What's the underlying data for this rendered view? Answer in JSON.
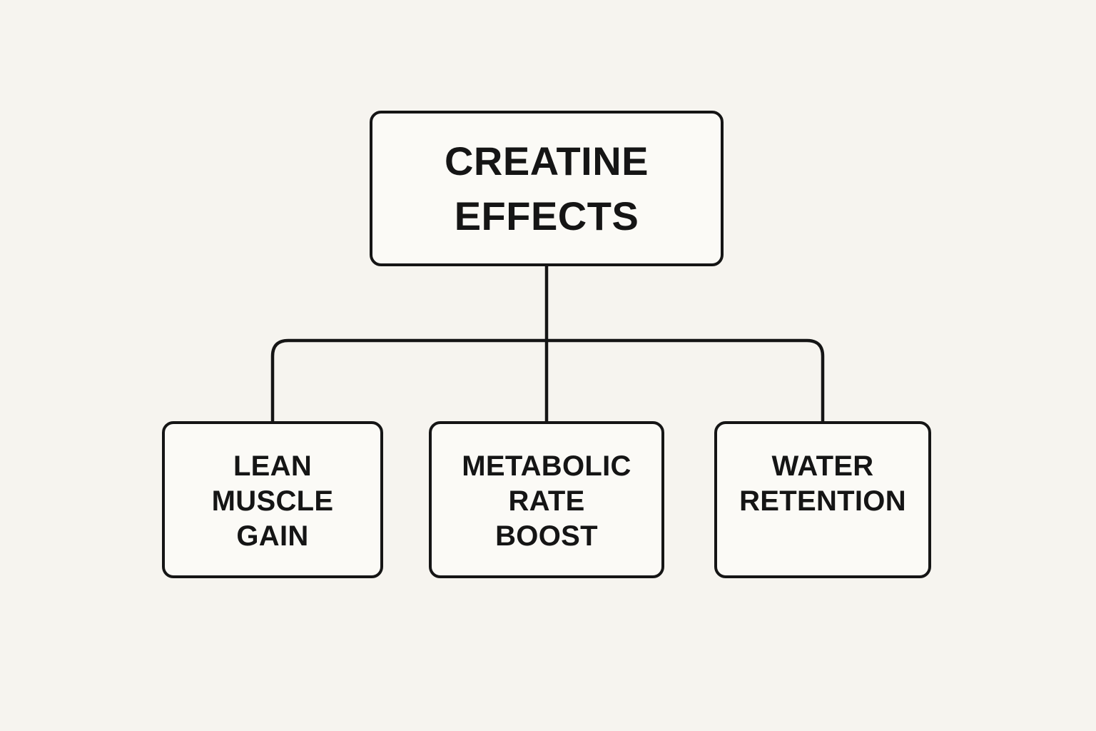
{
  "colors": {
    "page-bg": "#F6F4EF",
    "node-bg": "#FBFAF6",
    "ink": "#151515"
  },
  "diagram": {
    "type": "flowchart",
    "root": {
      "id": "creatine-effects",
      "label": "CREATINE EFFECTS",
      "lines": [
        "CREATINE",
        "EFFECTS"
      ]
    },
    "children": [
      {
        "id": "lean-muscle-gain",
        "label": "LEAN MUSCLE GAIN",
        "lines": [
          "LEAN",
          "MUSCLE",
          "GAIN"
        ]
      },
      {
        "id": "metabolic-rate-boost",
        "label": "METABOLIC RATE BOOST",
        "lines": [
          "METABOLIC",
          "RATE",
          "BOOST"
        ]
      },
      {
        "id": "water-retention",
        "label": "WATER RETENTION",
        "lines": [
          "WATER",
          "RETENTION"
        ]
      }
    ]
  }
}
